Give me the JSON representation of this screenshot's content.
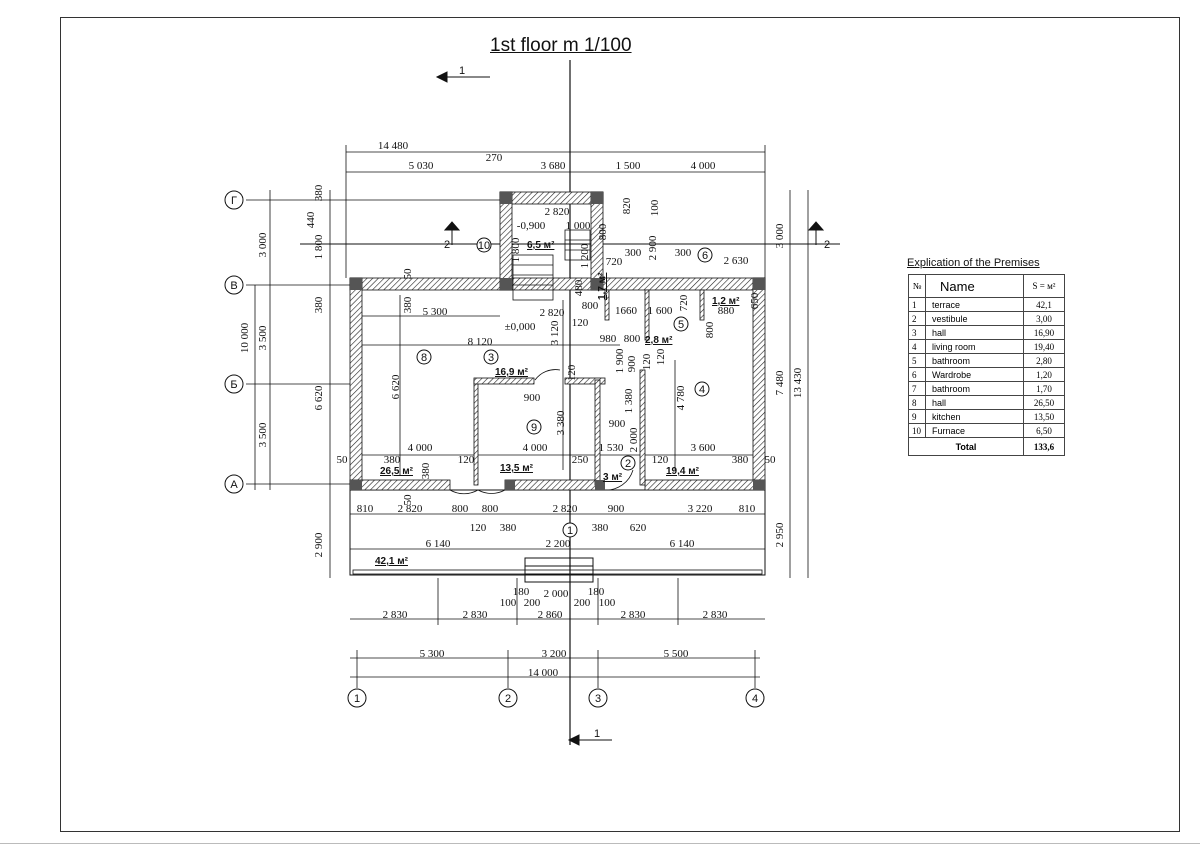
{
  "title": "1st floor m 1/100",
  "section_marks": {
    "top": "1",
    "bottom": "1",
    "left": "2",
    "right": "2"
  },
  "axes": {
    "vertical": [
      "1",
      "2",
      "3",
      "4"
    ],
    "horizontal": [
      "Г",
      "В",
      "Б",
      "А"
    ]
  },
  "rooms": [
    "10",
    "6",
    "5",
    "8",
    "3",
    "4",
    "9",
    "2",
    "1"
  ],
  "areas": [
    "6,5 м²",
    "1,2 м²",
    "2,8 м²",
    "16,9 м²",
    "26,5 м²",
    "13,5 м²",
    "3 м²",
    "19,4 м²",
    "1,7 м²",
    "42,1 м²"
  ],
  "dimensions": [
    "14 480",
    "270",
    "5 030",
    "3 680",
    "1 500",
    "4 000",
    "380",
    "440",
    "1 800",
    "380",
    "6 620",
    "2 900",
    "3 000",
    "10 000",
    "3 500",
    "3 500",
    "3 000",
    "7 480",
    "13 430",
    "2 950",
    "2 820",
    "-0,900",
    "1 000",
    "1 800",
    "1 200",
    "800",
    "820",
    "100",
    "2 900",
    "720",
    "300",
    "300",
    "2 630",
    "480",
    "50",
    "380",
    "5 300",
    "2 820",
    "800",
    "120",
    "1660",
    "1 600",
    "720",
    "880",
    "650",
    "±0,000",
    "3 120",
    "8 120",
    "980",
    "800",
    "120",
    "6 620",
    "1 900",
    "900",
    "120",
    "120",
    "800",
    "900",
    "3 380",
    "1 380",
    "900",
    "2 000",
    "4 780",
    "4 000",
    "4 000",
    "1 530",
    "3 600",
    "50",
    "380",
    "120",
    "250",
    "120",
    "380",
    "50",
    "380",
    "50",
    "810",
    "2 820",
    "800",
    "800",
    "2 820",
    "900",
    "3 220",
    "810",
    "120",
    "380",
    "380",
    "620",
    "6 140",
    "2 200",
    "6 140",
    "180",
    "180",
    "2 000",
    "100",
    "200",
    "200",
    "100",
    "2 830",
    "2 830",
    "2 860",
    "2 830",
    "2 830",
    "5 300",
    "3 200",
    "5 500",
    "14 000"
  ],
  "explication": {
    "title": "Explication of the Premises",
    "headers": [
      "№",
      "Name",
      "S = м²"
    ],
    "rows": [
      [
        "1",
        "terrace",
        "42,1"
      ],
      [
        "2",
        "vestibule",
        "3,00"
      ],
      [
        "3",
        "hall",
        "16,90"
      ],
      [
        "4",
        "living room",
        "19,40"
      ],
      [
        "5",
        "bathroom",
        "2,80"
      ],
      [
        "6",
        "Wardrobe",
        "1,20"
      ],
      [
        "7",
        "bathroom",
        "1,70"
      ],
      [
        "8",
        "hall",
        "26,50"
      ],
      [
        "9",
        "kitchen",
        "13,50"
      ],
      [
        "10",
        "Furnace",
        "6,50"
      ]
    ],
    "total_label": "Total",
    "total_value": "133,6"
  }
}
